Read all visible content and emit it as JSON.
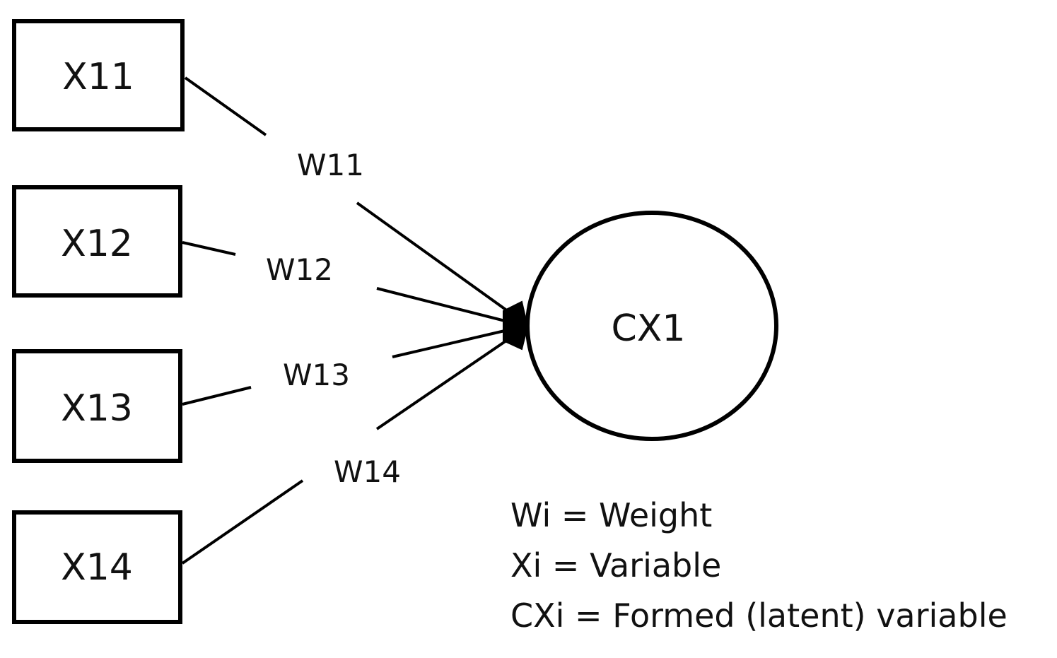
{
  "indicators": [
    {
      "id": "x11",
      "label": "X11"
    },
    {
      "id": "x12",
      "label": "X12"
    },
    {
      "id": "x13",
      "label": "X13"
    },
    {
      "id": "x14",
      "label": "X14"
    }
  ],
  "weights": [
    {
      "id": "w11",
      "label": "W11"
    },
    {
      "id": "w12",
      "label": "W12"
    },
    {
      "id": "w13",
      "label": "W13"
    },
    {
      "id": "w14",
      "label": "W14"
    }
  ],
  "construct": {
    "label": "CX1"
  },
  "legend": {
    "line1": "Wi = Weight",
    "line2": "Xi = Variable",
    "line3": "CXi = Formed (latent) variable"
  },
  "colors": {
    "stroke": "#000000",
    "background": "#ffffff"
  }
}
